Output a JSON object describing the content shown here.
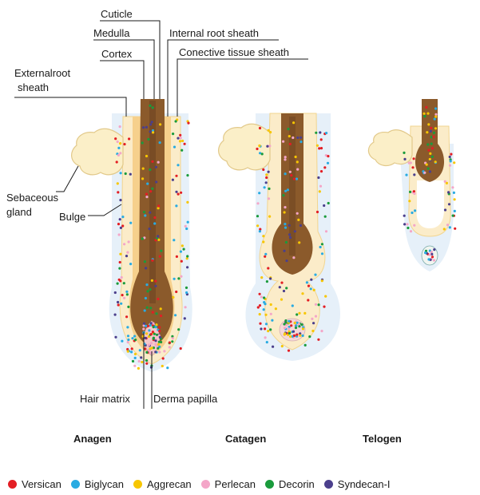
{
  "labels": {
    "cuticle": "Cuticle",
    "medulla": "Medulla",
    "cortex": "Cortex",
    "internal_root_sheath": "Internal root sheath",
    "connective_tissue_sheath": "Conective tissue sheath",
    "external_root_sheath_line1": "Externalroot",
    "external_root_sheath_line2": "sheath",
    "sebaceous_gland_line1": "Sebaceous",
    "sebaceous_gland_line2": "gland",
    "bulge": "Bulge",
    "hair_matrix": "Hair matrix",
    "derma_papilla": "Derma papilla"
  },
  "stages": {
    "anagen": "Anagen",
    "catagen": "Catagen",
    "telogen": "Telogen"
  },
  "legend": [
    {
      "label": "Versican",
      "color": "#e31e24",
      "icon": "versican-dot-icon"
    },
    {
      "label": "Biglycan",
      "color": "#29abe2",
      "icon": "biglycan-dot-icon"
    },
    {
      "label": "Aggrecan",
      "color": "#f7c600",
      "icon": "aggrecan-dot-icon"
    },
    {
      "label": "Perlecan",
      "color": "#f4a6c8",
      "icon": "perlecan-dot-icon"
    },
    {
      "label": "Decorin",
      "color": "#1a9b3c",
      "icon": "decorin-dot-icon"
    },
    {
      "label": "Syndecan-I",
      "color": "#4b3f8c",
      "icon": "syndecan-dot-icon"
    }
  ],
  "colors": {
    "hair_shaft": "#8b5a2b",
    "hair_dark": "#6b4220",
    "sheath": "#f8e0a8",
    "sheath_outer": "#fbecc9",
    "ctissue": "#dceaf6",
    "gland": "#fbefc8",
    "gland_stroke": "#e2c98a"
  }
}
